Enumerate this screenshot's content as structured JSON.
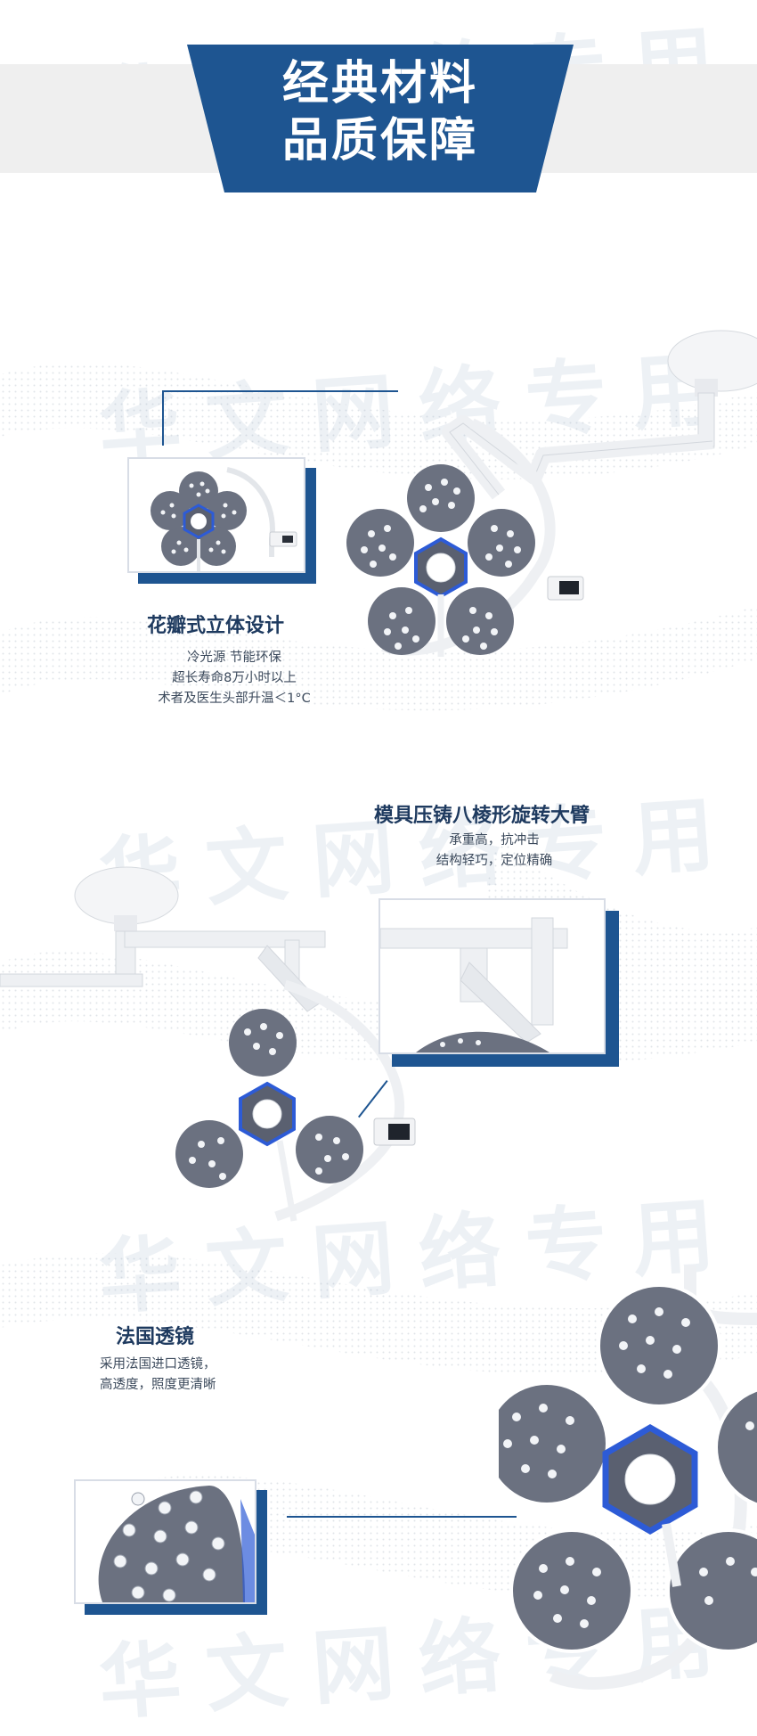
{
  "header": {
    "title_line1": "经典材料",
    "title_line2": "品质保障"
  },
  "watermark": "华文网络专用",
  "features": [
    {
      "title": "花瓣式立体设计",
      "desc": [
        "冷光源 节能环保",
        "超长寿命8万小时以上",
        "术者及医生头部升温＜1°C"
      ]
    },
    {
      "title": "模具压铸八棱形旋转大臂",
      "desc": [
        "承重高，抗冲击",
        "结构轻巧，定位精确"
      ]
    },
    {
      "title": "法国透镜",
      "desc": [
        "采用法国进口透镜，",
        "高透度，照度更清晰"
      ]
    }
  ],
  "colors": {
    "brand_blue": "#1e5591",
    "header_band": "#efefef",
    "petal_gray": "#6b7180",
    "led_white": "#f2f4f7",
    "accent_blue": "#2d5bd6"
  }
}
